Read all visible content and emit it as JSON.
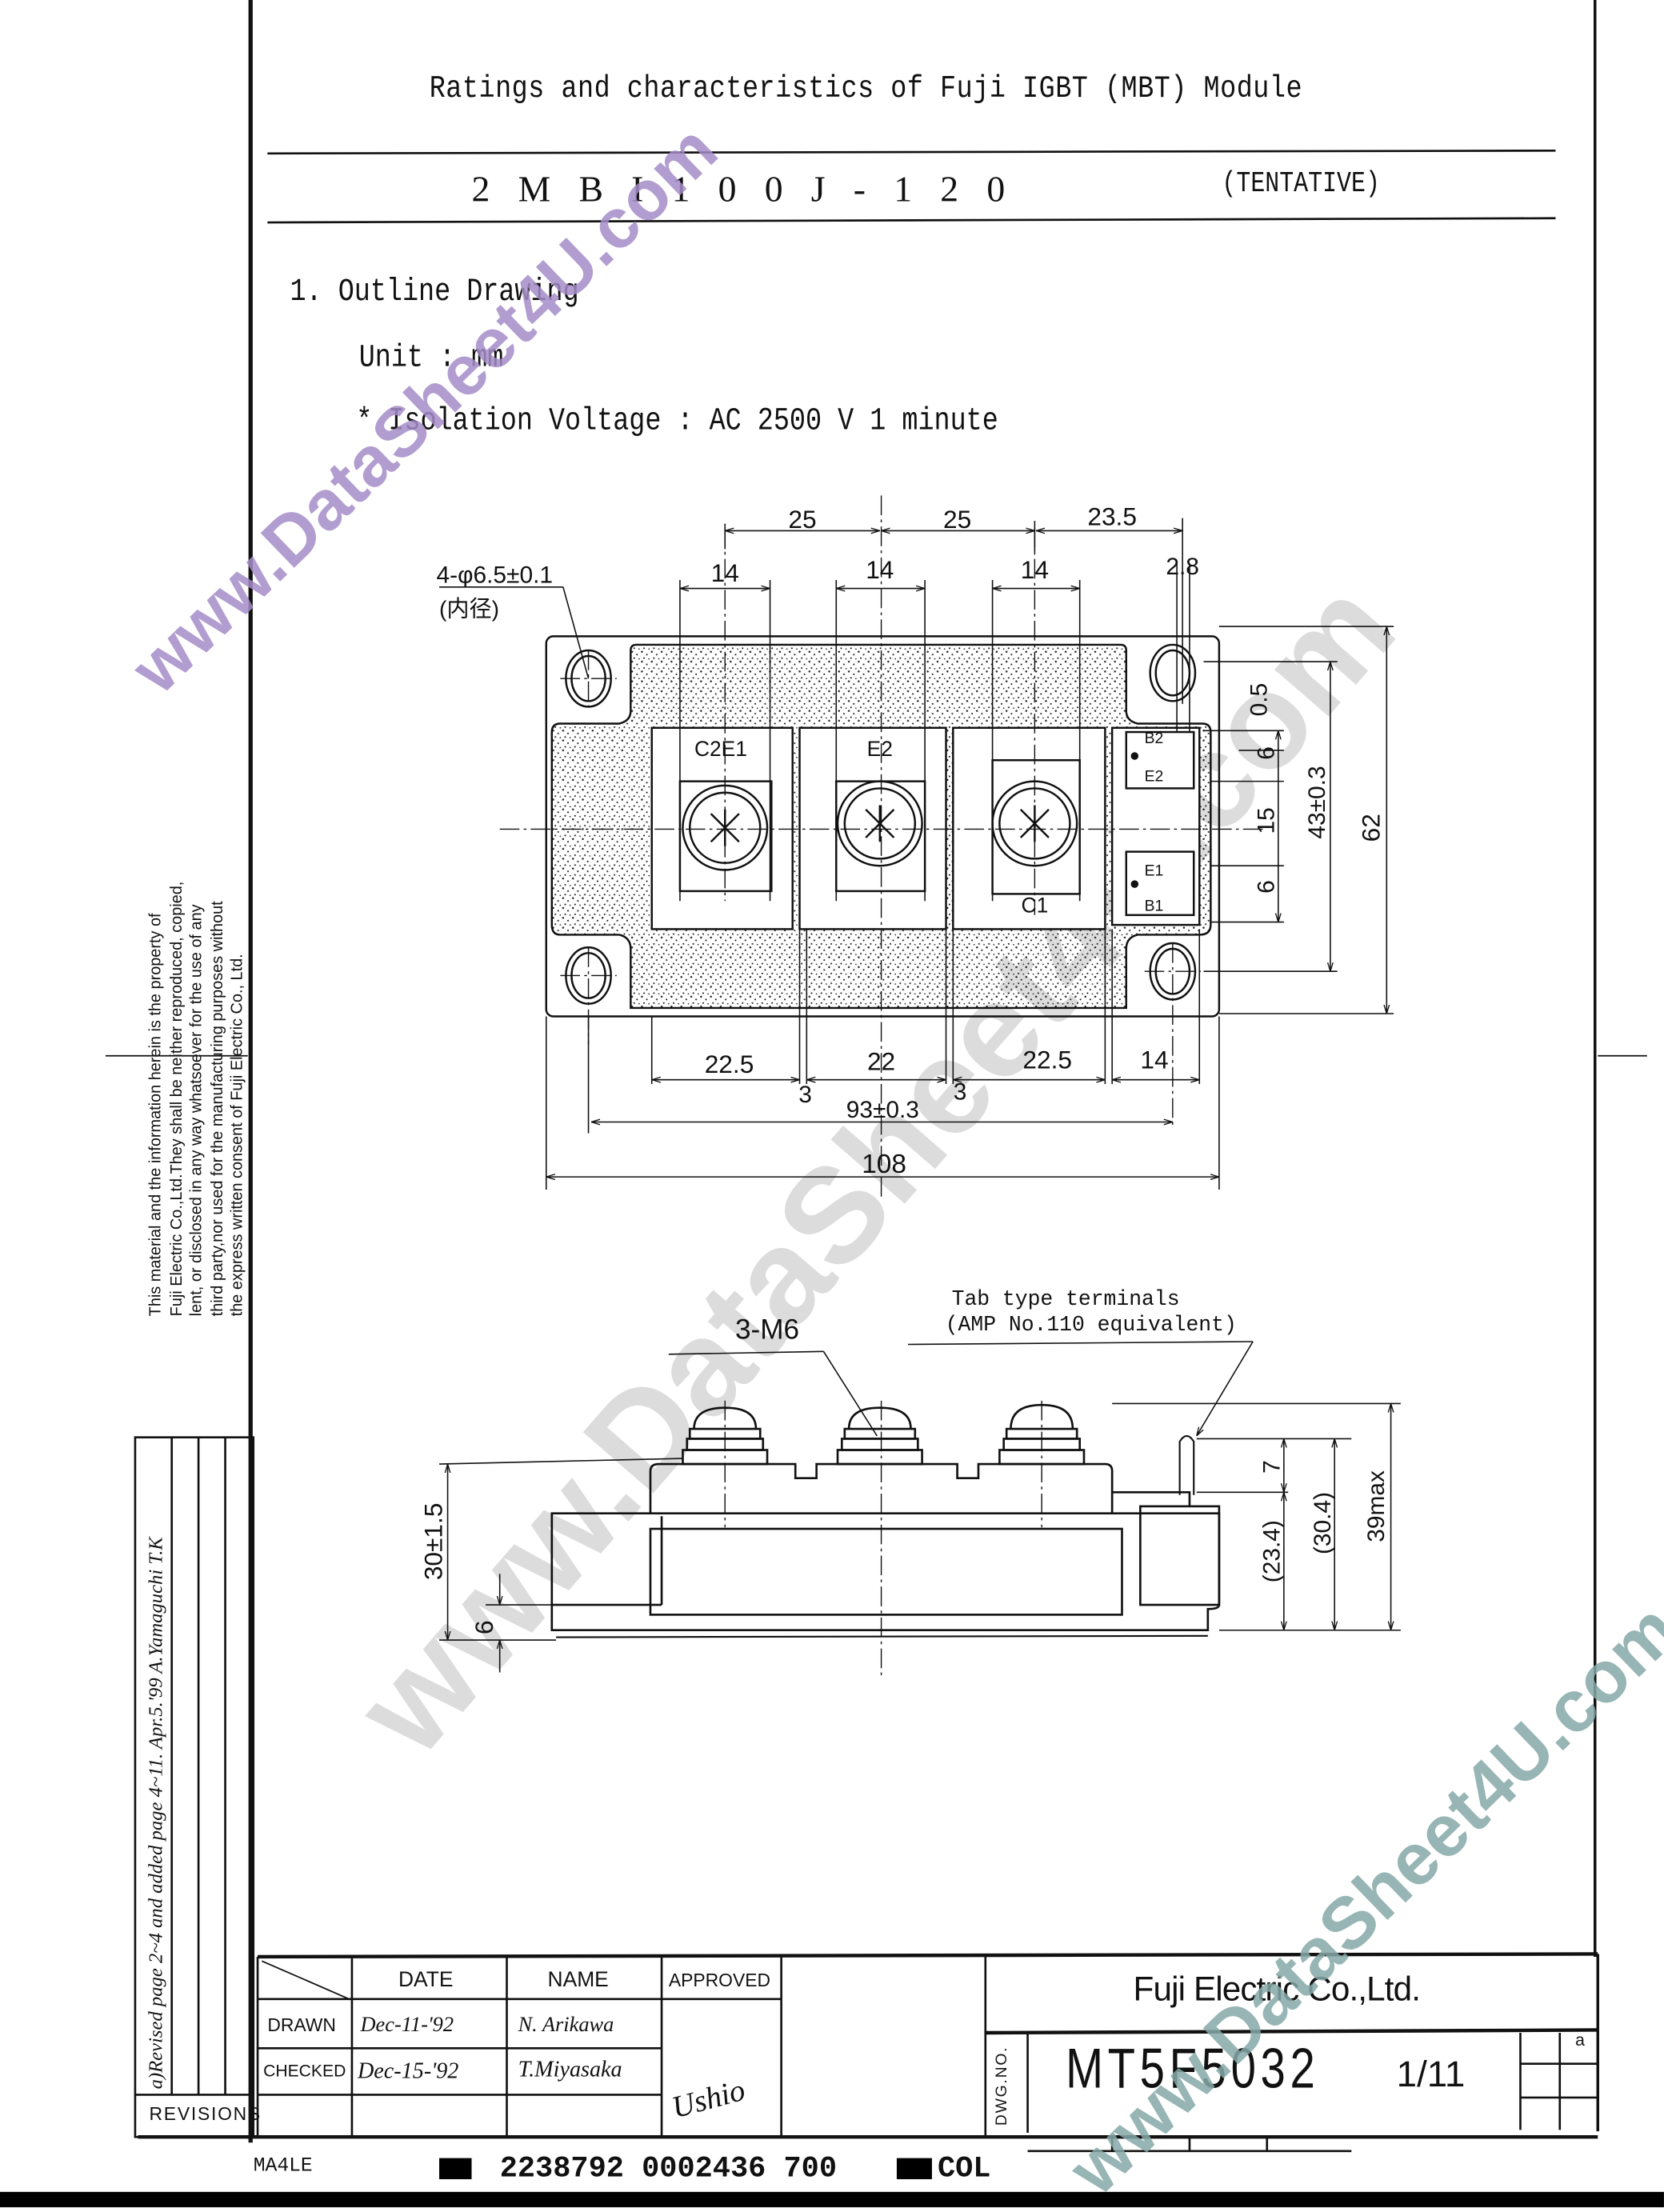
{
  "header": {
    "title": "Ratings and characteristics of Fuji IGBT (MBT) Module",
    "part_number": "2MBI100J-120",
    "status": "(TENTATIVE)"
  },
  "section": {
    "heading": "1. Outline Drawing",
    "unit": "Unit : mm",
    "isolation": "* Isolation Voltage : AC 2500 V 1 minute"
  },
  "top_view": {
    "hole_note": "4-φ6.5±0.1",
    "hole_note_sub": "(内径)",
    "terminal_labels": {
      "c2e1": "C2E1",
      "e2": "E2",
      "c1": "C1",
      "b2": "B2",
      "e2_aux": "E2",
      "e1": "E1",
      "b1": "B1"
    },
    "dims": {
      "pitch_1": "25",
      "pitch_2": "25",
      "pitch_3": "23.5",
      "width_1": "14",
      "width_2": "14",
      "width_3": "14",
      "tab_width": "2.8",
      "right_05": "0.5",
      "right_6a": "6",
      "right_15": "15",
      "right_6b": "6",
      "mount_height": "43±0.3",
      "total_height": "62",
      "bottom_1": "22.5",
      "bottom_2": "22",
      "bottom_3": "22.5",
      "bottom_4": "14",
      "gap_1": "3",
      "gap_2": "3",
      "mount_pitch": "93±0.3",
      "total_width": "108"
    }
  },
  "side_view": {
    "screw_note": "3-M6",
    "tab_note_1": "Tab type terminals",
    "tab_note_2": "(AMP No.110 equivalent)",
    "dims": {
      "body_height": "30±1.5",
      "base": "6",
      "tab": "7",
      "tab_height": "(23.4)",
      "screw_height": "(30.4)",
      "max_height": "39max"
    }
  },
  "notice": [
    "This material and the information herein is the property of",
    "Fuji Electric Co.,Ltd.They shall be neither reproduced, copied,",
    "lent, or disclosed in any way whatsoever for the use of any",
    "third party,nor used for the manufacturing purposes without",
    "the express written consent of Fuji Electric Co., Ltd."
  ],
  "revisions": {
    "label": "REVISIONS",
    "entry": "a)Revised page 2~4 and added page 4~11. Apr.5.'99 A.Yamaguchi T.K"
  },
  "title_block": {
    "col_date": "DATE",
    "col_name": "NAME",
    "col_approved": "APPROVED",
    "row_drawn": "DRAWN",
    "row_checked": "CHECKED",
    "drawn_date": "Dec-11-'92",
    "drawn_name": "N. Arikawa",
    "checked_date": "Dec-15-'92",
    "checked_name": "T.Miyasaka",
    "approved_sign": "Ushio",
    "company": "Fuji Electric Co.,Ltd.",
    "dwg_label": "DWG.NO.",
    "dwg_number": "MT5F5032",
    "sheet": "1/11",
    "rev_mark": "a"
  },
  "footer": {
    "code": "MA4LE",
    "barcode_number": "2238792 0002436 700",
    "col": "COL"
  },
  "watermarks": [
    "www.DataSheet4U.com",
    "www.DataSheet4U.com",
    "www.DataSheet4U.com"
  ],
  "colors": {
    "watermark_purple": "#a58cc8",
    "watermark_grey": "#d9d9d9",
    "watermark_teal": "#86a9a8",
    "ink": "#111111"
  }
}
